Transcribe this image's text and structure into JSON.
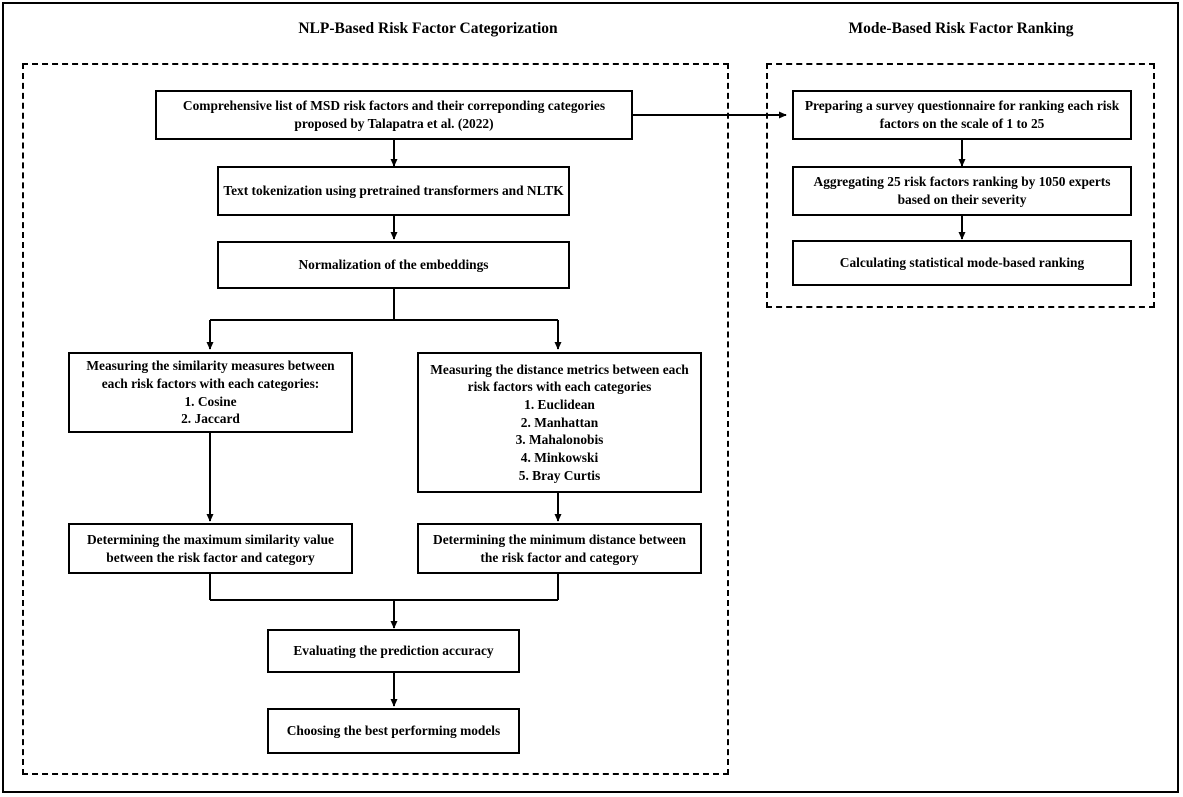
{
  "figure": {
    "type": "flowchart",
    "background_color": "#ffffff",
    "line_color": "#000000"
  },
  "sections": {
    "left": {
      "title": "NLP-Based Risk Factor Categorization"
    },
    "right": {
      "title": "Mode-Based Risk Factor Ranking"
    }
  },
  "nodes": {
    "source_list": "Comprehensive list of MSD risk factors and their correponding categories proposed by Talapatra et al. (2022)",
    "tokenization": "Text tokenization using pretrained transformers and NLTK",
    "normalization": "Normalization of the embeddings",
    "similarity": "Measuring the similarity measures between each risk factors with each categories:\n1. Cosine\n2. Jaccard",
    "distance": "Measuring the distance metrics between each risk factors with each categories\n1. Euclidean\n2. Manhattan\n3. Mahalonobis\n4. Minkowski\n5. Bray Curtis",
    "max_similarity": "Determining the maximum similarity value between the risk factor and category",
    "min_distance": "Determining the minimum distance between the risk factor and category",
    "evaluate": "Evaluating the prediction accuracy",
    "choose_model": "Choosing the best performing models",
    "survey": "Preparing a survey questionnaire for ranking each risk factors on the scale of 1 to 25",
    "aggregate": "Aggregating 25 risk factors ranking by 1050 experts based on their severity",
    "mode_ranking": "Calculating statistical mode-based ranking"
  }
}
